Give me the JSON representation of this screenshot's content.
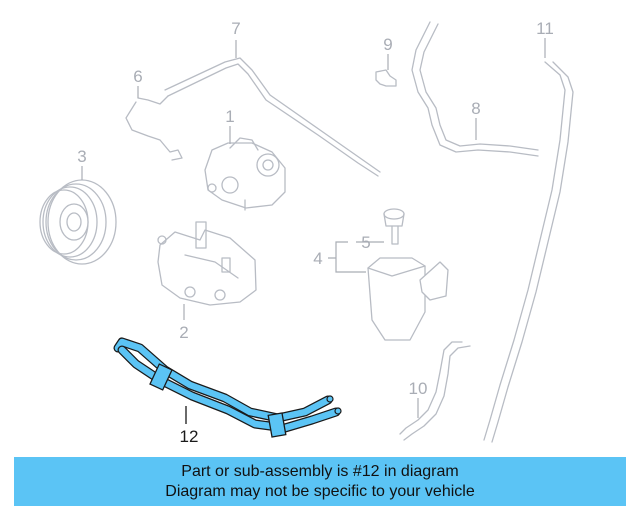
{
  "diagram": {
    "callouts": {
      "c1": "1",
      "c2": "2",
      "c3": "3",
      "c4": "4",
      "c5": "5",
      "c6": "6",
      "c7": "7",
      "c8": "8",
      "c9": "9",
      "c10": "10",
      "c11": "11",
      "c12": "12"
    },
    "highlighted_part": "12",
    "colors": {
      "highlight": "#5bc4f5",
      "ghost": "#b8bcc4",
      "outline": "#1a1a1a"
    }
  },
  "banner": {
    "line1": "Part or sub-assembly is #12 in diagram",
    "line2": "Diagram may not be specific to your vehicle",
    "background": "#5bc4f5"
  }
}
